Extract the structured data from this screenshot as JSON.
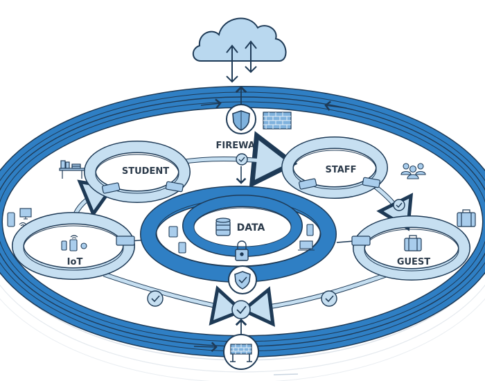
{
  "diagram": {
    "title": "Segmented campus network diagram",
    "colors": {
      "backbone": "#2f7fc4",
      "backbone_dark": "#1f5f9a",
      "ring_light": "#c6dff1",
      "ring_fill": "#a9cdec",
      "outline": "#1e3a56",
      "cloud": "#b9d8ef",
      "text": "#2b3a4a",
      "faint": "#d0d8e0"
    },
    "nodes": {
      "cloud": {
        "label": "",
        "icon": "cloud-icon"
      },
      "firewall": {
        "label": "FIREWALL",
        "icon": "shield-icon",
        "secondary_icon": "brick-wall-icon"
      },
      "student": {
        "label": "STUDENT",
        "icon": "bookshelf-desk-icon"
      },
      "staff": {
        "label": "STAFF",
        "icon": "people-group-icon"
      },
      "data": {
        "label": "DATA",
        "icon": "database-icon",
        "lock_icon": "padlock-icon"
      },
      "iot": {
        "label": "IoT",
        "icons": [
          "phone-icon",
          "tablet-icon",
          "smartwatch-icon",
          "wifi-icon"
        ]
      },
      "guest": {
        "label": "GUEST",
        "icon": "suitcase-icon"
      },
      "bottom_gateway": {
        "label": "",
        "icon": "brick-barrier-icon"
      },
      "verification": {
        "label": "",
        "icon": "shield-check-icon"
      }
    },
    "switch_icon": "network-switch-icon",
    "check_icon": "checkmark-icon"
  }
}
